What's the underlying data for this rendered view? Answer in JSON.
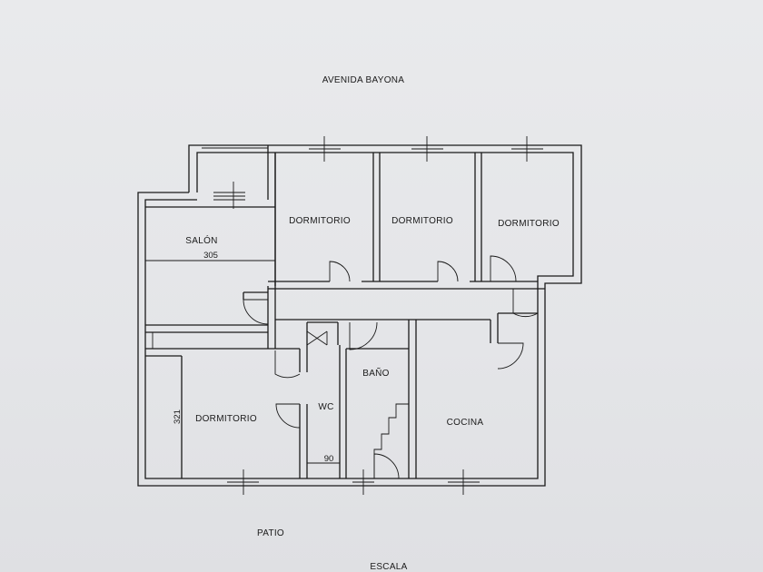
{
  "street_label": "AVENIDA BAYONA",
  "rooms": {
    "dormitorio_1": "DORMITORIO",
    "dormitorio_2": "DORMITORIO",
    "dormitorio_3": "DORMITORIO",
    "dormitorio_4": "DORMITORIO",
    "salon": "SALÓN",
    "wc": "WC",
    "bano": "BAÑO",
    "cocina": "COCINA"
  },
  "dimensions": {
    "salon_width": "305",
    "dormitorio_height": "321",
    "wc_width": "90"
  },
  "outside": {
    "patio": "PATIO",
    "escala": "ESCALA"
  }
}
